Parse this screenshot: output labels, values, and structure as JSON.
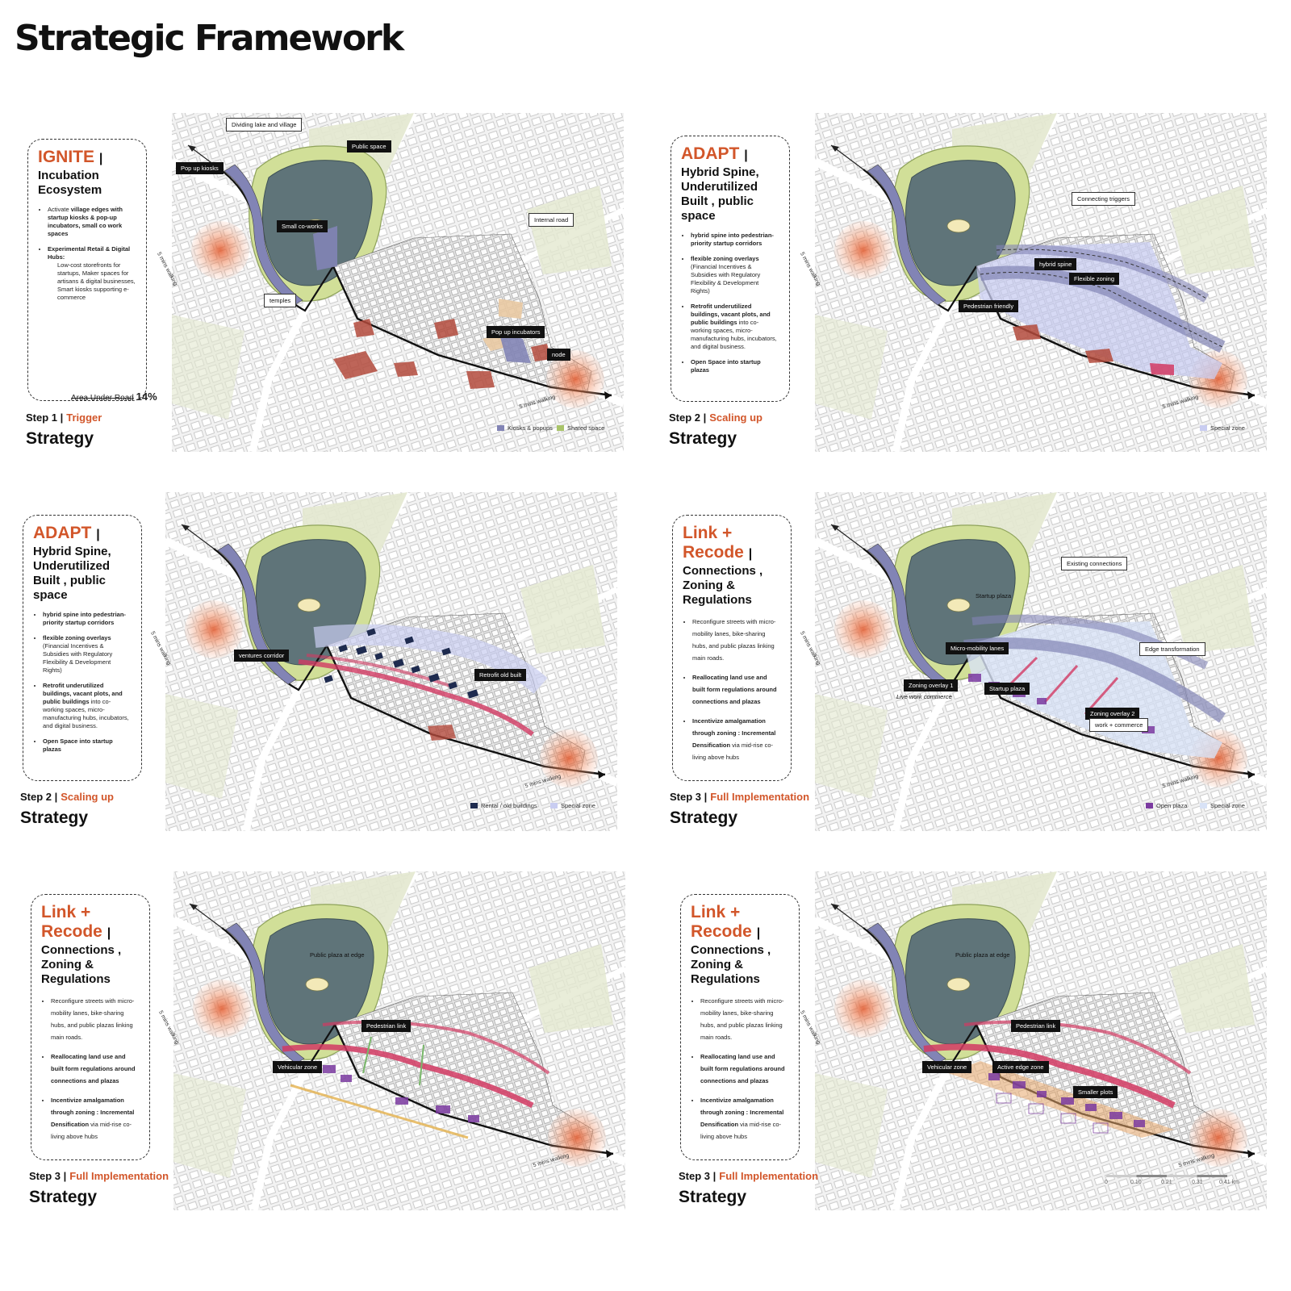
{
  "title": "Strategic Framework",
  "colors": {
    "accent": "#d2562a",
    "lake": "#5f7479",
    "green": "#cfdca8",
    "kiosk": "#8284b5",
    "special_zone": "#c9cdf1",
    "rental": "#1e2b4f",
    "open_plaza": "#7b3aa0",
    "pink_corridor": "#d23a63",
    "red_plots": "#b34a3c"
  },
  "panels": [
    {
      "heading_orange": "IGNITE",
      "heading_black": "Incubation Ecosystem",
      "bullet1_pre": "Activate ",
      "bullet1_bold": "village edges with startup kiosks & pop-up incubators, small co work spaces",
      "bullet2_bold": "Experimental Retail & Digital Hubs:",
      "bullet2_sub": "Low-cost storefronts for startups, Maker spaces for artisans & digital businesses, Smart kiosks supporting e-commerce",
      "note_strike": "Area Under Road",
      "note_value": "14%",
      "step": "Step 1 |",
      "phase": "Trigger",
      "strategy": "Strategy",
      "walk1": "5 mins walking",
      "walk2": "5 mins walking",
      "callouts": {
        "c1": "Dividing lake and village",
        "c2": "Public space",
        "c3": "Pop up kiosks",
        "c4": "Small co-works",
        "c5": "Internal road",
        "c6": "temples",
        "c7": "Pop up incubators",
        "c8": "node"
      },
      "legend": [
        {
          "label": "Kiosks & popups",
          "color": "#8284b5"
        },
        {
          "label": "Shared space",
          "color": "#a9c46a"
        }
      ]
    },
    {
      "heading_orange": "ADAPT",
      "heading_black": "Hybrid Spine, Underutilized Built , public space",
      "b1": "hybrid spine into pedestrian-priority startup corridors",
      "b2_bold": "flexible zoning overlays",
      "b2_rest": "(Financial Incentives & Subsidies with Regulatory Flexibility & Development Rights)",
      "b3_bold": "Retrofit underutilized buildings, vacant plots, and public buildings",
      "b3_rest": "into co-working spaces, micro-manufacturing hubs, incubators, and digital business.",
      "b4": "Open Space into startup plazas",
      "step": "Step 2 |",
      "phase": "Scaling up",
      "strategy": "Strategy",
      "walk1": "5 mins walking",
      "walk2": "5 mins walking",
      "callouts": {
        "c1": "Connecting triggers",
        "c2": "hybrid spine",
        "c3": "Flexible zoning",
        "c4": "Pedestrian friendly"
      },
      "legend": [
        {
          "label": "Special zone",
          "color": "#c9cdf1"
        }
      ]
    },
    {
      "heading_orange": "ADAPT",
      "heading_black": "Hybrid Spine, Underutilized Built , public space",
      "b1": "hybrid spine into pedestrian-priority startup corridors",
      "b2_bold": "flexible zoning overlays",
      "b2_rest": "(Financial Incentives & Subsidies with Regulatory Flexibility & Development Rights)",
      "b3_bold": "Retrofit underutilized buildings, vacant plots, and public buildings",
      "b3_rest": "into co-working spaces, micro-manufacturing hubs, incubators, and digital business.",
      "b4": "Open Space into startup plazas",
      "step": "Step 2 |",
      "phase": "Scaling up",
      "strategy": "Strategy",
      "walk1": "5 mins walking",
      "walk2": "5 mins walking",
      "callouts": {
        "c1": "ventures corridor",
        "c2": "Retrofit old built"
      },
      "legend": [
        {
          "label": "Rental / old buildings",
          "color": "#1e2b4f"
        },
        {
          "label": "Special zone",
          "color": "#c9cdf1"
        }
      ]
    },
    {
      "heading_orange_1": "Link +",
      "heading_orange_2": "Recode",
      "heading_black": "Connections , Zoning & Regulations",
      "b1": "Reconfigure streets with micro-mobility lanes, bike-sharing hubs, and public plazas linking main roads.",
      "b2": "Reallocating land use and built form regulations around connections and plazas",
      "b3_bold": "Incentivize amalgamation through zoning : Incremental Densification",
      "b3_rest": " via mid-rise co-living above hubs",
      "step": "Step 3 |",
      "phase": "Full Implementation",
      "strategy": "Strategy",
      "walk1": "5 mins walking",
      "walk2": "5 mins walking",
      "callouts": {
        "c1": "Existing connections",
        "c2": "Startup plaza",
        "c3": "Micro-mobility lanes",
        "c4": "Edge transformation",
        "c5": "Zoning overlay 1",
        "c5_sub": "Live work commerce",
        "c6": "Startup plaza",
        "c7": "Zoning overlay 2",
        "c7_sub": "work + commerce"
      },
      "legend": [
        {
          "label": "Open plaza",
          "color": "#7b3aa0"
        },
        {
          "label": "Special zone",
          "color": "#d8e2f6"
        }
      ]
    },
    {
      "heading_orange_1": "Link +",
      "heading_orange_2": "Recode",
      "heading_black": "Connections , Zoning & Regulations",
      "b1": "Reconfigure streets with micro-mobility lanes, bike-sharing hubs, and public plazas linking main roads.",
      "b2": "Reallocating land use and built form regulations around connections and plazas",
      "b3_bold": "Incentivize amalgamation through zoning : Incremental Densification",
      "b3_rest": " via mid-rise co-living above hubs",
      "step": "Step 3 |",
      "phase": "Full Implementation",
      "strategy": "Strategy",
      "walk1": "5 mins walking",
      "walk2": "5 mins walking",
      "callouts": {
        "c1": "Public plaza at edge",
        "c2": "Pedestrian link",
        "c3": "Vehicular zone"
      }
    },
    {
      "heading_orange_1": "Link +",
      "heading_orange_2": "Recode",
      "heading_black": "Connections , Zoning & Regulations",
      "b1": "Reconfigure streets with micro-mobility lanes, bike-sharing hubs, and public plazas linking main roads.",
      "b2": "Reallocating land use and built form regulations around connections and plazas",
      "b3_bold": "Incentivize amalgamation through zoning : Incremental Densification",
      "b3_rest": " via mid-rise co-living above hubs",
      "step": "Step 3 |",
      "phase": "Full Implementation",
      "strategy": "Strategy",
      "walk1": "5 mins walking",
      "walk2": "5 mins walking",
      "callouts": {
        "c1": "Public plaza at edge",
        "c2": "Pedestrian link",
        "c3": "Vehicular zone",
        "c4": "Active edge zone",
        "c5": "Smaller plots"
      },
      "scale": {
        "ticks": [
          "0",
          "0.10",
          "0.21",
          "0.31",
          "0.41 km"
        ]
      }
    }
  ]
}
